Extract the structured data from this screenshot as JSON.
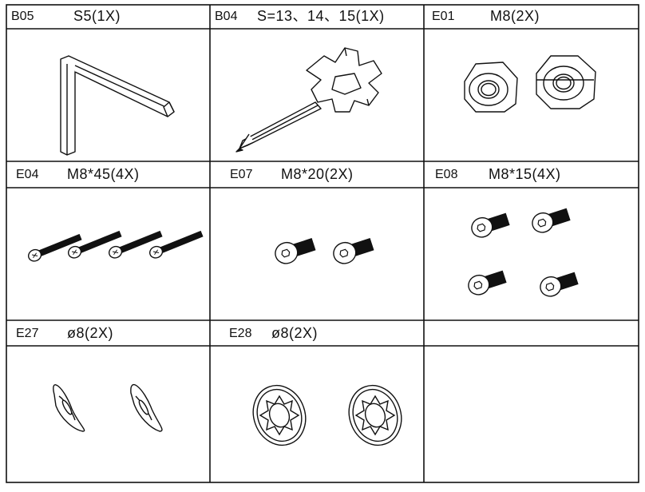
{
  "cells": [
    {
      "id": "B05",
      "code": "B05",
      "spec": "S5(1X)",
      "part": "hex-key"
    },
    {
      "id": "B04",
      "code": "B04",
      "spec": "S=13、14、15(1X)",
      "part": "wrench-screwdriver"
    },
    {
      "id": "E01",
      "code": "E01",
      "spec": "M8(2X)",
      "part": "lock-nut"
    },
    {
      "id": "E04",
      "code": "E04",
      "spec": "M8*45(4X)",
      "part": "countersunk-bolt"
    },
    {
      "id": "E07",
      "code": "E07",
      "spec": "M8*20(2X)",
      "part": "button-head-bolt"
    },
    {
      "id": "E08",
      "code": "E08",
      "spec": "M8*15(4X)",
      "part": "button-head-bolt"
    },
    {
      "id": "E27",
      "code": "E27",
      "spec": "ø8(2X)",
      "part": "curved-washer"
    },
    {
      "id": "E28",
      "code": "E28",
      "spec": "ø8(2X)",
      "part": "star-lock-washer"
    },
    {
      "id": "empty",
      "code": "",
      "spec": "",
      "part": ""
    }
  ],
  "colors": {
    "line": "#111111",
    "background": "#ffffff"
  }
}
